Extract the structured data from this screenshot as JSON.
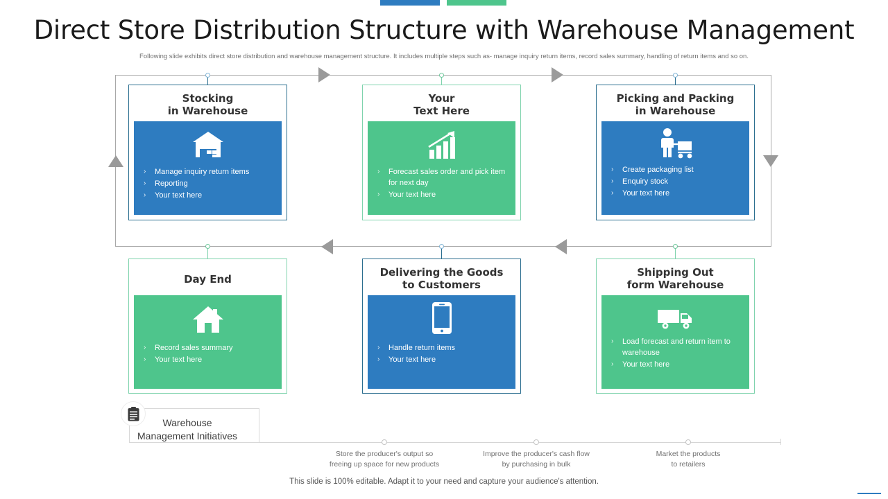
{
  "accent_bars": [
    {
      "name": "accent-bar-blue",
      "color": "#2E7CC0"
    },
    {
      "name": "accent-bar-green",
      "color": "#4EC58C"
    }
  ],
  "header": {
    "title": "Direct Store Distribution Structure with Warehouse Management",
    "subtitle": "Following slide exhibits direct store distribution and warehouse management structure. It includes multiple  steps such as- manage inquiry return items, record sales summary, handling  of return items  and so on."
  },
  "theme": {
    "blue": "#2E7CC0",
    "green": "#4EC58C",
    "blue_border": "#2b6e8f",
    "green_border": "#7fd3ad",
    "arrow_gray": "#9a9a9a",
    "rail_gray": "#a8a8a8"
  },
  "cards": [
    {
      "id": "stocking-in-warehouse",
      "title_line1": "Stocking",
      "title_line2": "in Warehouse",
      "color": "blue",
      "icon": "warehouse-icon",
      "bullets": [
        "Manage inquiry return items",
        "Reporting",
        "Your text here"
      ]
    },
    {
      "id": "your-text-here",
      "title_line1": "Your",
      "title_line2": "Text Here",
      "color": "green",
      "icon": "growth-bar-chart-icon",
      "bullets": [
        "Forecast sales order  and pick item for next day",
        "Your text here"
      ]
    },
    {
      "id": "picking-and-packing-in-warehouse",
      "title_line1": "Picking and Packing",
      "title_line2": "in Warehouse",
      "color": "blue",
      "icon": "worker-pushing-cart-icon",
      "bullets": [
        "Create packaging list",
        "Enquiry stock",
        "Your  text here"
      ]
    },
    {
      "id": "day-end",
      "title_line1": "Day End",
      "title_line2": "",
      "color": "green",
      "icon": "house-icon",
      "bullets": [
        "Record sales summary",
        "Your text here"
      ]
    },
    {
      "id": "delivering-the-goods-to-customers",
      "title_line1": "Delivering the Goods",
      "title_line2": "to Customers",
      "color": "blue",
      "icon": "smartphone-icon",
      "bullets": [
        "Handle return items",
        "Your text here"
      ]
    },
    {
      "id": "shipping-out-form-warehouse",
      "title_line1": "Shipping Out",
      "title_line2": "form Warehouse",
      "color": "green",
      "icon": "delivery-truck-icon",
      "bullets": [
        "Load forecast and return item to warehouse",
        "Your text here"
      ]
    }
  ],
  "bullet_marker": "›",
  "callout": {
    "icon": "clipboard-icon",
    "label_line1": "Warehouse",
    "label_line2": "Management Initiatives"
  },
  "timeline": [
    {
      "line1": "Store the producer's output so",
      "line2": "freeing up space for new products"
    },
    {
      "line1": "Improve the producer's cash flow",
      "line2": "by purchasing in bulk"
    },
    {
      "line1": "Market the products",
      "line2": "to retailers"
    }
  ],
  "footer": {
    "note": "This slide is 100% editable. Adapt it to your need and capture your audience's attention."
  }
}
